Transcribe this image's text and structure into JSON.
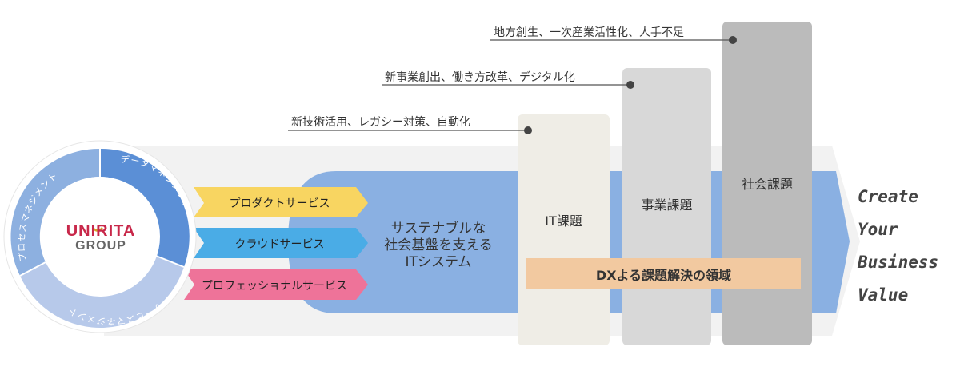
{
  "issues": [
    {
      "text": "新技術活用、レガシー対策、自動化"
    },
    {
      "text": "新事業創出、働き方改革、デジタル化"
    },
    {
      "text": "地方創生、一次産業活性化、人手不足"
    }
  ],
  "columns": [
    {
      "label": "IT課題",
      "color": "#efede6"
    },
    {
      "label": "事業課題",
      "color": "#d8d8d8"
    },
    {
      "label": "社会課題",
      "color": "#bbbbbb"
    }
  ],
  "dx_band": {
    "text": "DXよる課題解決の領域",
    "color": "#f2c9a0"
  },
  "services": [
    {
      "label": "プロダクトサービス",
      "color": "#f8d561"
    },
    {
      "label": "クラウドサービス",
      "color": "#4aace6"
    },
    {
      "label": "プロフェッショナルサービス",
      "color": "#ee7399"
    }
  ],
  "platform": {
    "lines": [
      "サステナブルな",
      "社会基盤を支える",
      "ITシステム"
    ],
    "color": "#8ab0e2"
  },
  "ring": {
    "segments": [
      {
        "text": "データマネジメント",
        "color": "#5b8fd6"
      },
      {
        "text": "サービスマネジメント",
        "color": "#b7c9ea"
      },
      {
        "text": "プロセスマネジメント",
        "color": "#8db0e0"
      }
    ]
  },
  "logo": {
    "brand": "UNIRITA",
    "sub": "GROUP",
    "brand_color": "#c8284a",
    "sub_color": "#666666"
  },
  "tagline": {
    "lines": [
      "Create",
      "Your",
      "Business",
      "Value"
    ]
  }
}
